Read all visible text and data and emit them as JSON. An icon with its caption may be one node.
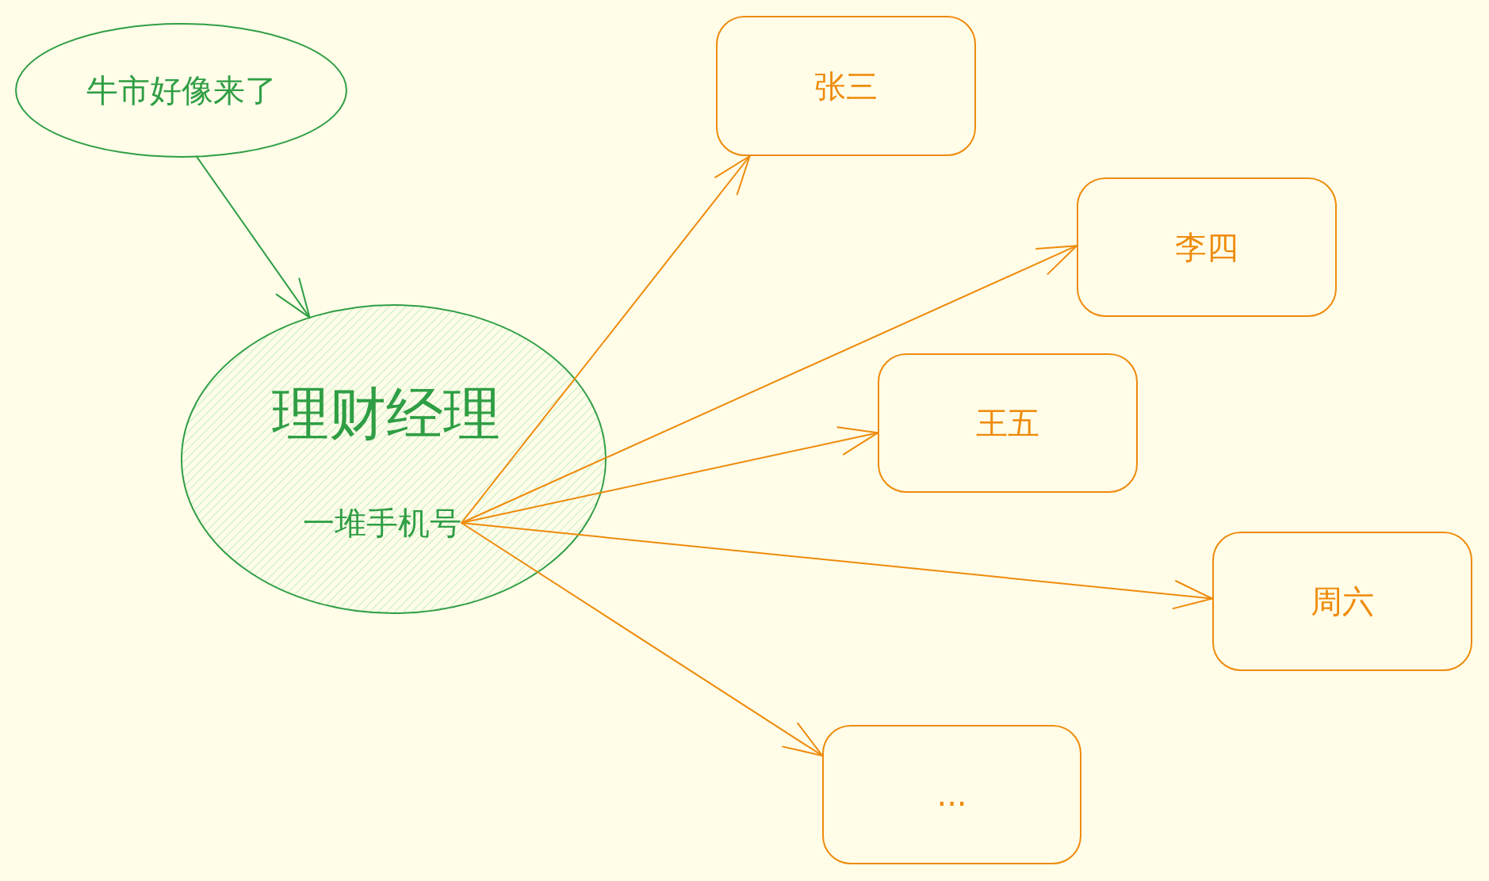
{
  "diagram": {
    "nodes": [
      {
        "text": [
          "牛市好像来了"
        ]
      },
      {
        "text": [
          "理财经理"
        ]
      },
      {
        "text": [
          "一堆手机号"
        ],
        "in": 1
      },
      {
        "text": [
          "张三"
        ]
      },
      {
        "text": [
          "李四"
        ]
      },
      {
        "text": [
          "王五"
        ]
      },
      {
        "text": [
          "周六"
        ]
      },
      {
        "text": [
          "..."
        ]
      }
    ],
    "edges": [
      {
        "from": 0,
        "to": 1,
        "arrow": "to",
        "color": "#2f9e44"
      },
      {
        "from": 2,
        "to": 3,
        "arrow": "to"
      },
      {
        "from": 2,
        "to": 4,
        "arrow": "to"
      },
      {
        "from": 2,
        "to": 5,
        "arrow": "to"
      },
      {
        "from": 2,
        "to": 6,
        "arrow": "to"
      },
      {
        "from": 2,
        "to": 7,
        "arrow": "to"
      }
    ]
  }
}
